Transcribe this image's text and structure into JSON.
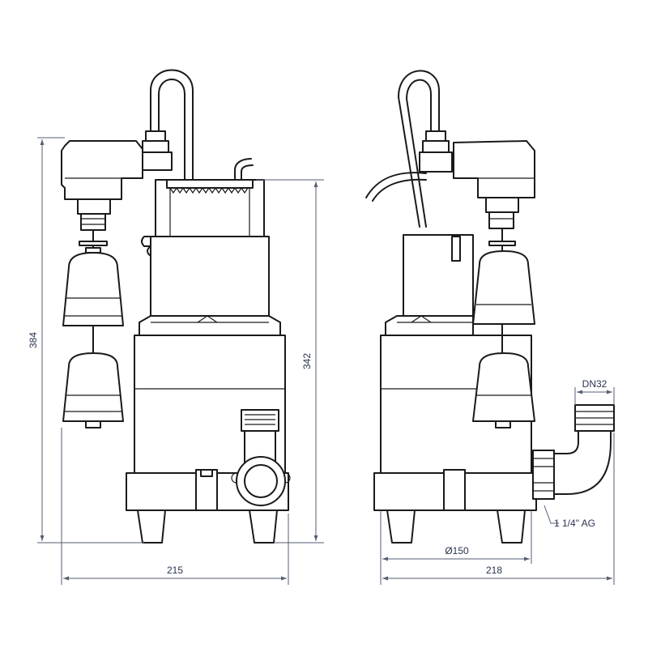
{
  "dimensions": {
    "left_total_height": "384",
    "left_body_height": "342",
    "left_width": "215",
    "right_width": "218",
    "right_base_diameter": "Ø150",
    "outlet_size": "DN32",
    "thread": "1 1/4\" AG"
  },
  "colors": {
    "line": "#1a1a1a",
    "dimension": "#555e73"
  }
}
